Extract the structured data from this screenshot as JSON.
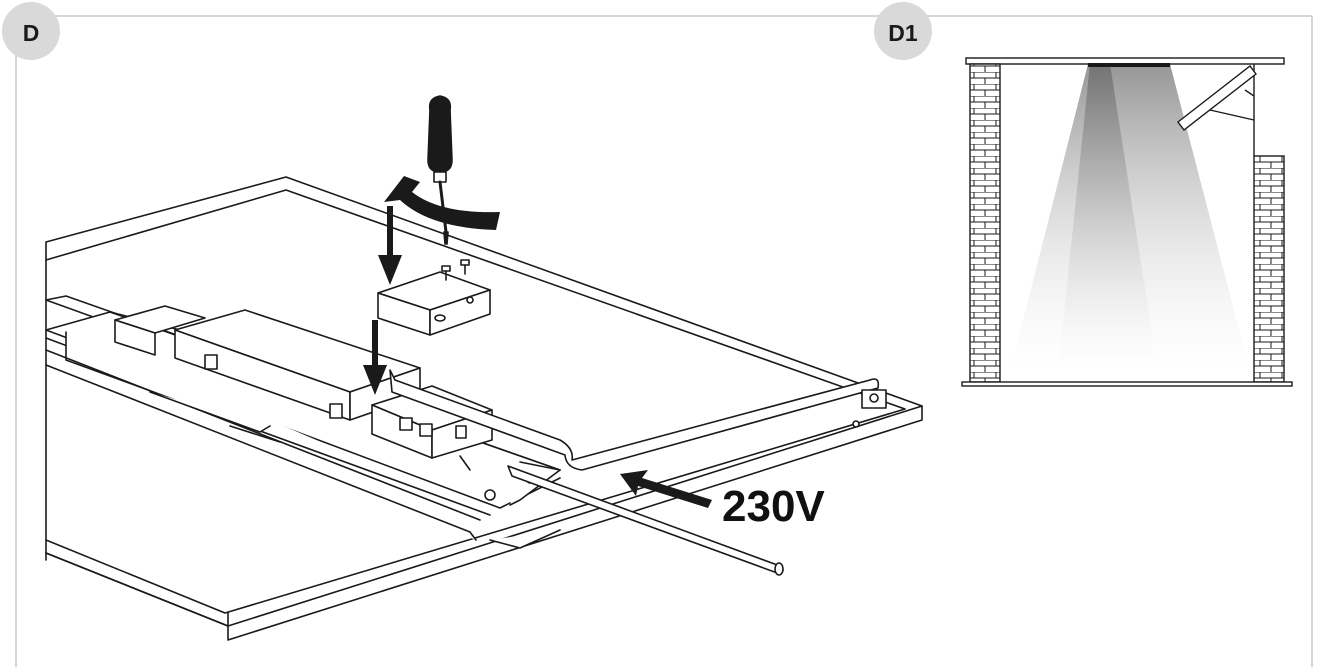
{
  "panels": [
    {
      "id": "D",
      "label": "D"
    },
    {
      "id": "D1",
      "label": "D1"
    }
  ],
  "annotations": {
    "voltage": "230V"
  },
  "icons": {
    "tool": "screwdriver-icon",
    "rotate": "rotate-arrow-icon",
    "down_arrows": "arrow-down-icon",
    "feed_arrow": "arrow-left-icon"
  },
  "colors": {
    "line": "#1a1a1a",
    "badge": "#d9d9d9",
    "frame": "#c8c8c8",
    "light_beam": "#9a9a9a"
  }
}
